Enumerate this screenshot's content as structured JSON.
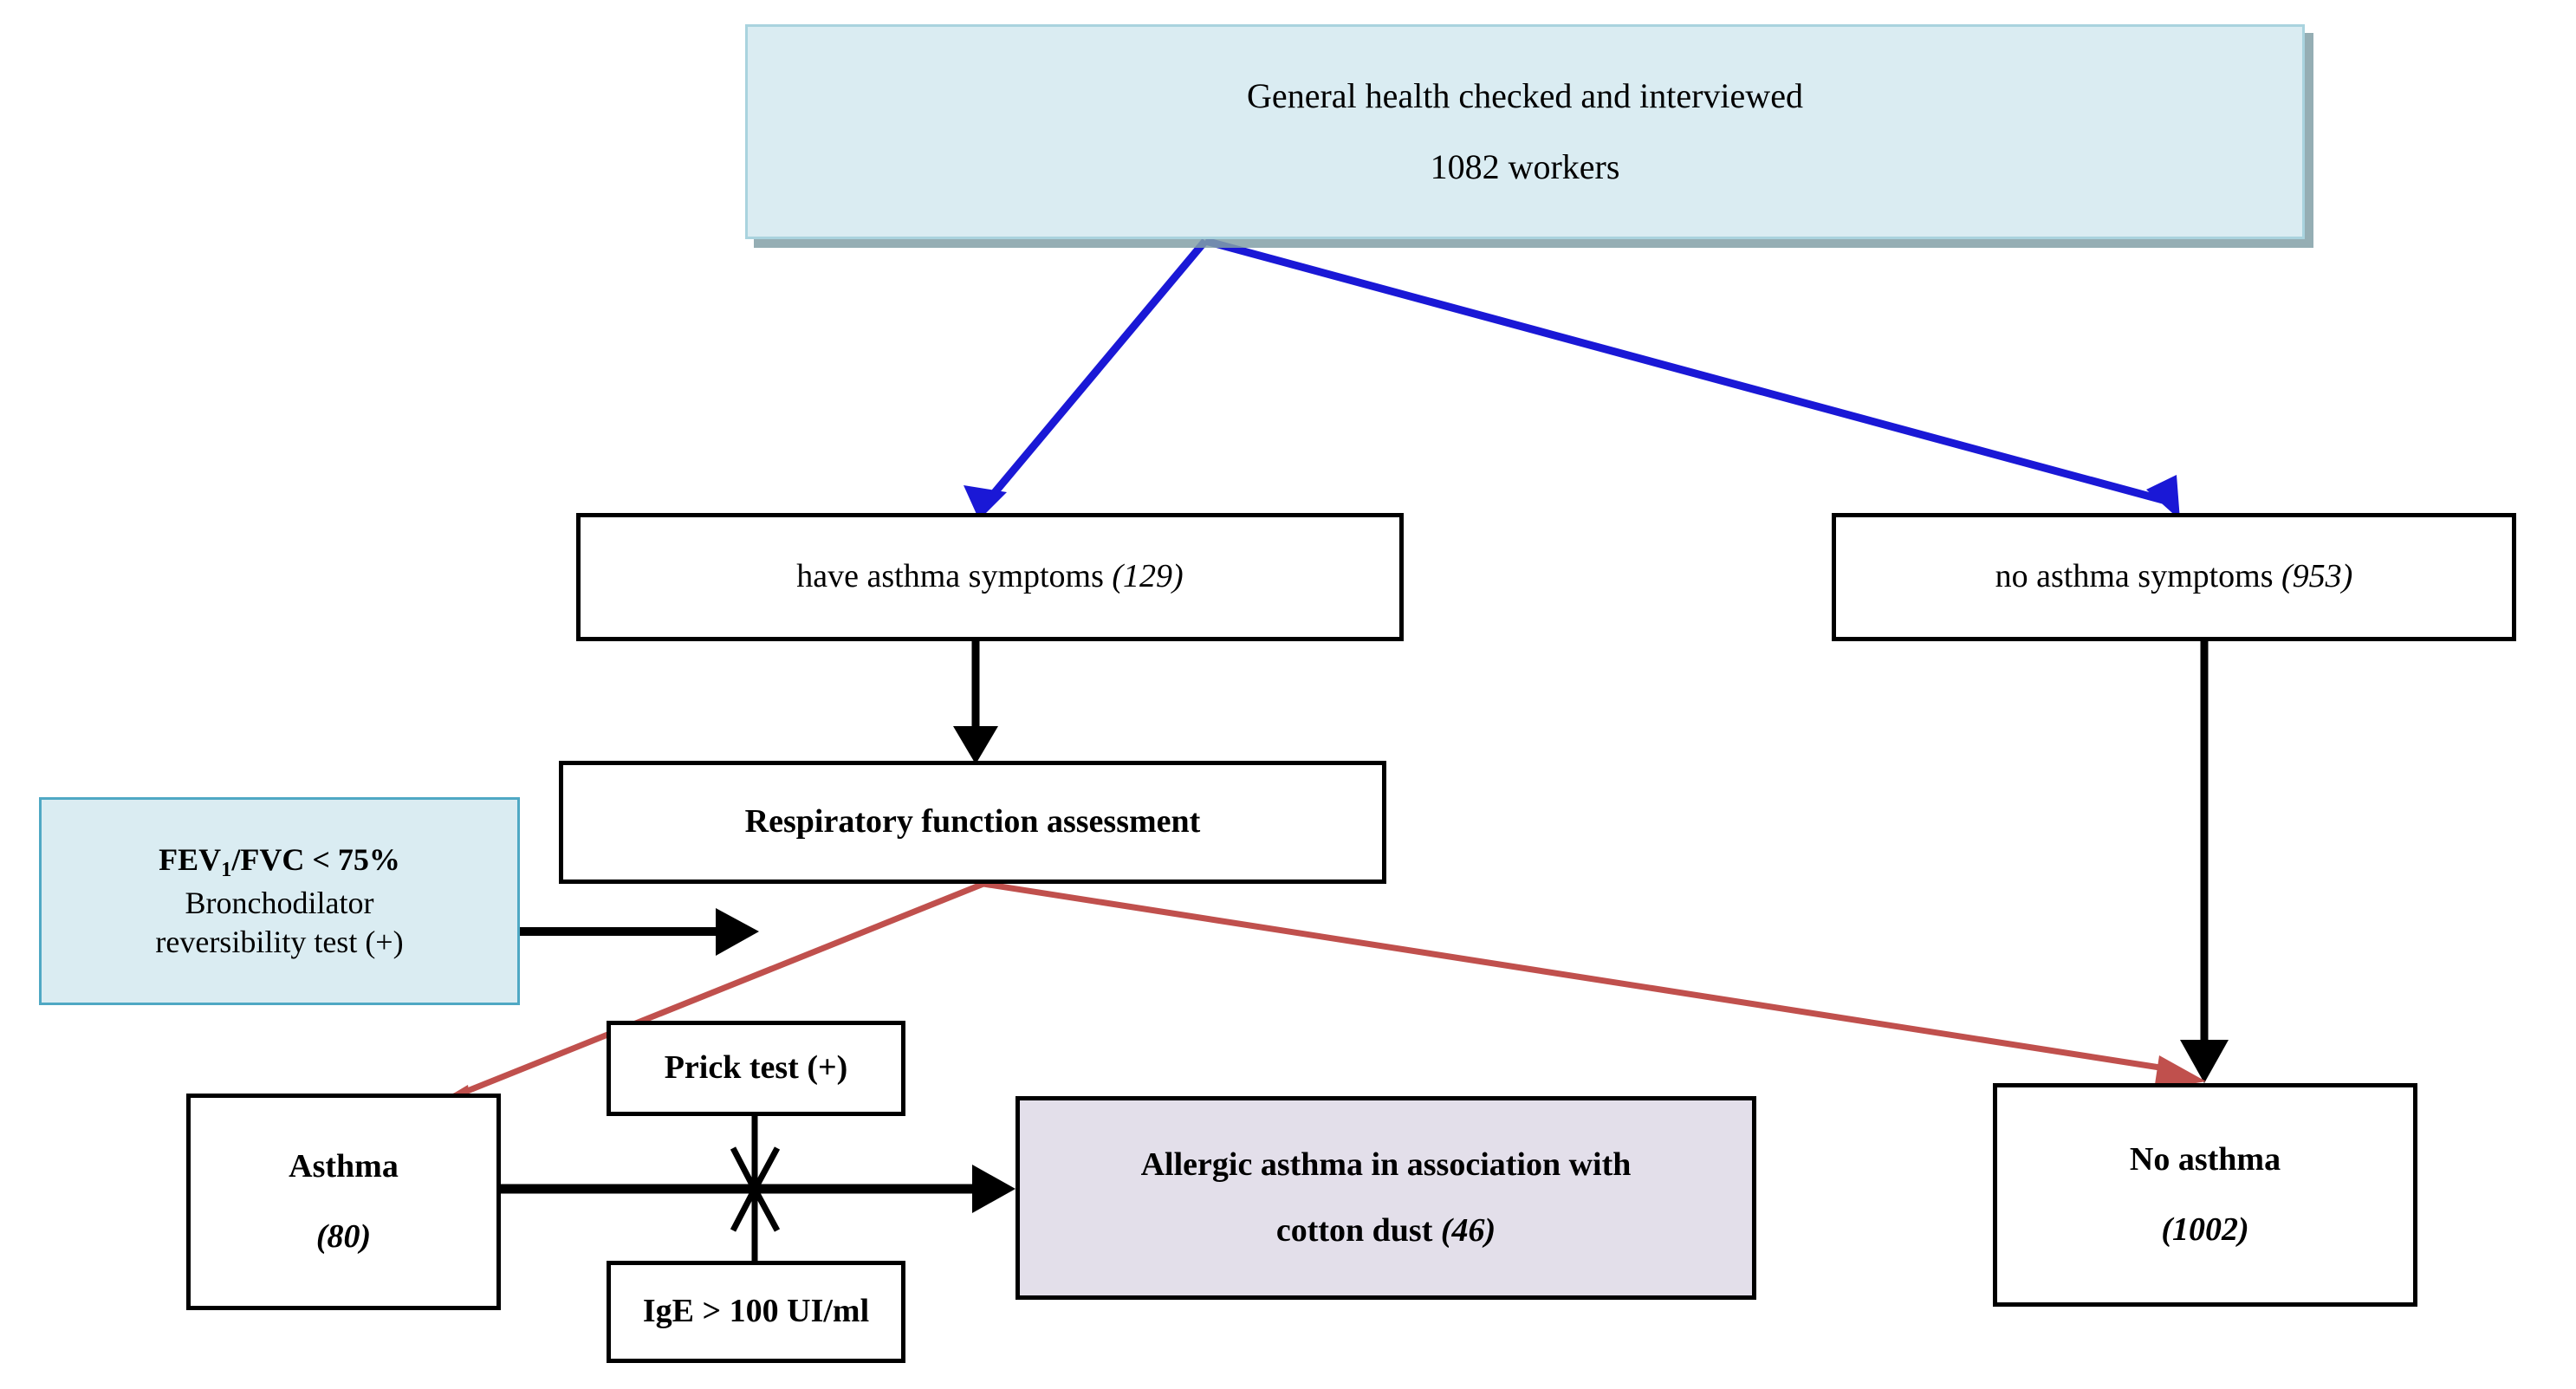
{
  "diagram": {
    "title": "Asthma screening flowchart among cotton workers",
    "colors": {
      "banner_fill": "#daecf2",
      "banner_border": "#a9d3de",
      "banner_shadow": "#82a0a7",
      "callout_fill": "#daecf2",
      "callout_border": "#4fa8c4",
      "result_fill": "#e3dfea",
      "box_border": "#000000",
      "split_arrow_blue": "#1a18d6",
      "split_arrow_red": "#c0504d",
      "flow_arrow_black": "#000000"
    },
    "nodes": {
      "banner": {
        "line1": "General health checked and interviewed",
        "line2": "1082 workers"
      },
      "have_symptoms": {
        "label": "have asthma symptoms",
        "count": "(129)"
      },
      "no_symptoms": {
        "label": "no asthma symptoms",
        "count": "(953)"
      },
      "respiratory": {
        "label": "Respiratory function assessment"
      },
      "criteria": {
        "line1_prefix": "FEV",
        "line1_sub": "1",
        "line1_suffix": "/FVC < 75%",
        "line2": "Bronchodilator",
        "line3": "reversibility test (+)"
      },
      "asthma": {
        "label": "Asthma",
        "count": "(80)"
      },
      "prick_test": {
        "label": "Prick test (+)"
      },
      "ige": {
        "label": "IgE > 100 UI/ml"
      },
      "allergic_asthma": {
        "line1": "Allergic asthma in association with",
        "line2_label": "cotton dust",
        "line2_count": "(46)"
      },
      "no_asthma": {
        "label": "No asthma",
        "count": "(1002)"
      }
    },
    "edges": [
      {
        "name": "banner-to-have-symptoms",
        "color": "#1a18d6",
        "style": "split-branch"
      },
      {
        "name": "banner-to-no-symptoms",
        "color": "#1a18d6",
        "style": "split-branch"
      },
      {
        "name": "have-symptoms-to-respiratory",
        "color": "#000000",
        "style": "straight-down"
      },
      {
        "name": "no-symptoms-to-no-asthma",
        "color": "#000000",
        "style": "straight-down"
      },
      {
        "name": "criteria-to-respiratory-path",
        "color": "#000000",
        "style": "straight-right"
      },
      {
        "name": "respiratory-to-asthma",
        "color": "#c0504d",
        "style": "split-branch"
      },
      {
        "name": "respiratory-to-no-asthma",
        "color": "#c0504d",
        "style": "split-branch"
      },
      {
        "name": "asthma-to-allergic-asthma",
        "color": "#000000",
        "style": "straight-right"
      },
      {
        "name": "prick-test-to-junction",
        "color": "#000000",
        "style": "straight-down"
      },
      {
        "name": "ige-to-junction",
        "color": "#000000",
        "style": "straight-up"
      }
    ]
  }
}
